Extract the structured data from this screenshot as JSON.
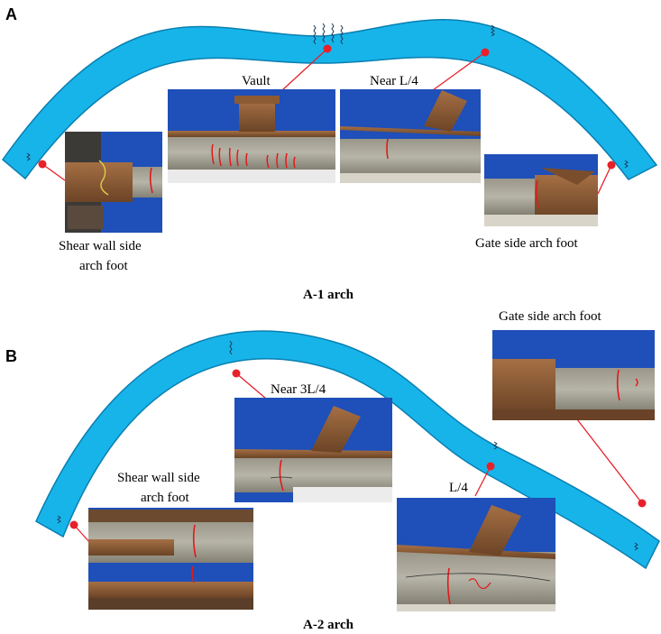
{
  "panel_a": {
    "letter": "A",
    "caption": "A-1 arch",
    "labels": {
      "vault": "Vault",
      "near_l4": "Near L/4",
      "shear_wall_line1": "Shear wall side",
      "shear_wall_line2": "arch foot",
      "gate_side": "Gate side arch foot"
    }
  },
  "panel_b": {
    "letter": "B",
    "caption": "A-2 arch",
    "labels": {
      "gate_side": "Gate side arch foot",
      "near_3l4": "Near 3L/4",
      "shear_wall_line1": "Shear wall side",
      "shear_wall_line2": "arch foot",
      "l4": "L/4"
    }
  },
  "colors": {
    "arch_fill": "#17b4ea",
    "arch_stroke": "#0a7fb0",
    "marker": "#e8202a",
    "crack": "#e01a1a",
    "photo_bg": "#1f4fb8",
    "steel": "#8a5a36",
    "concrete": "#9c9a8e"
  },
  "icons": {
    "crack_mark": "zigzag-crack-icon",
    "location_marker": "red-dot-icon"
  }
}
